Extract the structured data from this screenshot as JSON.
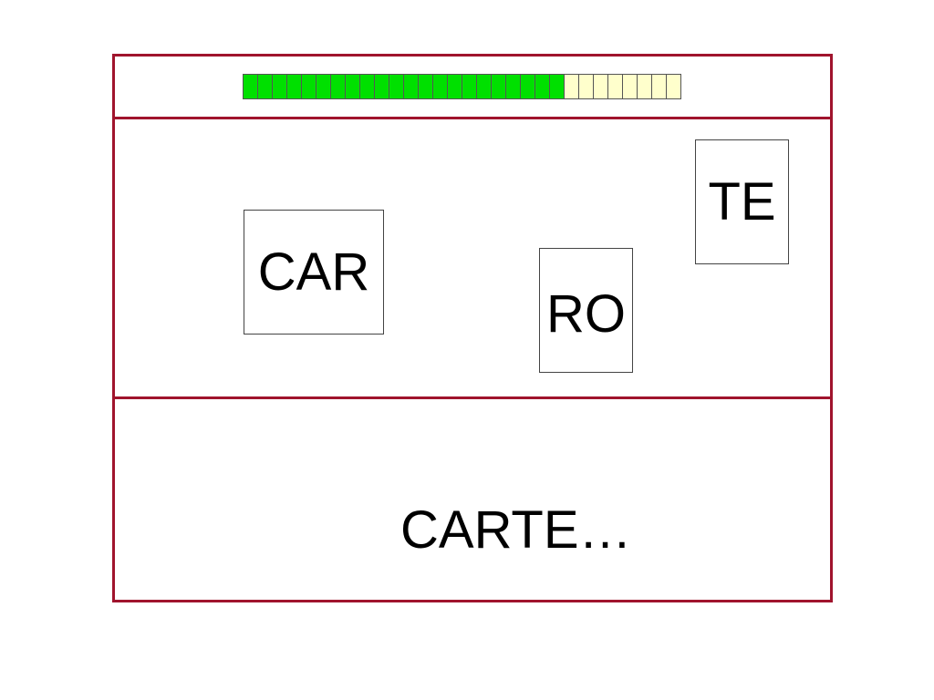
{
  "progress": {
    "filled": 22,
    "total": 30,
    "filled_color": "#00e000",
    "empty_color": "#ffffcc"
  },
  "cards": {
    "car": "CAR",
    "ro": "RO",
    "te": "TE"
  },
  "answer": {
    "text": "CARTE…"
  },
  "colors": {
    "frame": "#a0142d"
  }
}
